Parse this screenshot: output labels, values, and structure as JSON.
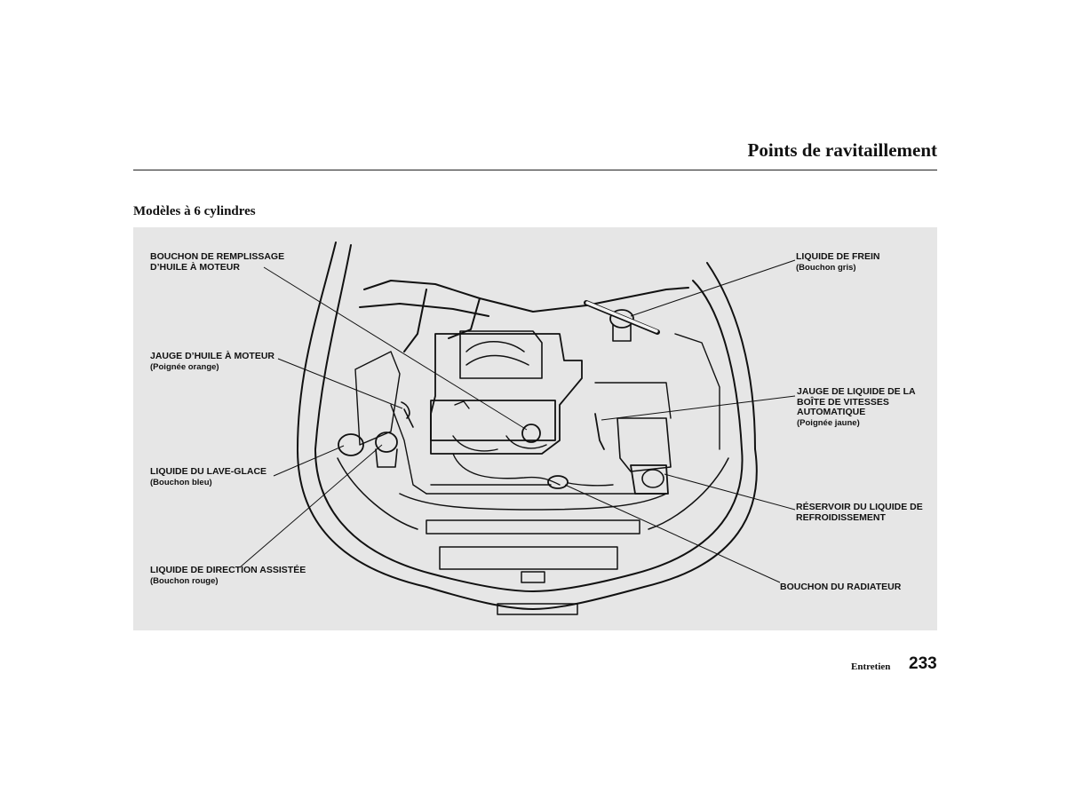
{
  "header": {
    "title": "Points de ravitaillement"
  },
  "section": {
    "title": "Modèles à 6 cylindres"
  },
  "callouts": {
    "oil_fill_cap": {
      "line1": "BOUCHON DE REMPLISSAGE",
      "line2": "D’HUILE À MOTEUR"
    },
    "oil_dipstick": {
      "line1": "JAUGE D’HUILE À MOTEUR",
      "sub": "(Poignée orange)"
    },
    "washer_fluid": {
      "line1": "LIQUIDE DU LAVE-GLACE",
      "sub": "(Bouchon bleu)"
    },
    "power_steering": {
      "line1": "LIQUIDE DE DIRECTION ASSISTÉE",
      "sub": "(Bouchon rouge)"
    },
    "brake_fluid": {
      "line1": "LIQUIDE DE FREIN",
      "sub": "(Bouchon gris)"
    },
    "atf_dipstick": {
      "line1": "JAUGE DE LIQUIDE DE LA",
      "line2": "BOÎTE DE VITESSES",
      "line3": "AUTOMATIQUE",
      "sub": "(Poignée jaune)"
    },
    "coolant_reservoir": {
      "line1": "RÉSERVOIR DU LIQUIDE DE",
      "line2": "REFROIDISSEMENT"
    },
    "radiator_cap": {
      "line1": "BOUCHON DU RADIATEUR"
    }
  },
  "footer": {
    "section": "Entretien",
    "page_number": "233"
  }
}
